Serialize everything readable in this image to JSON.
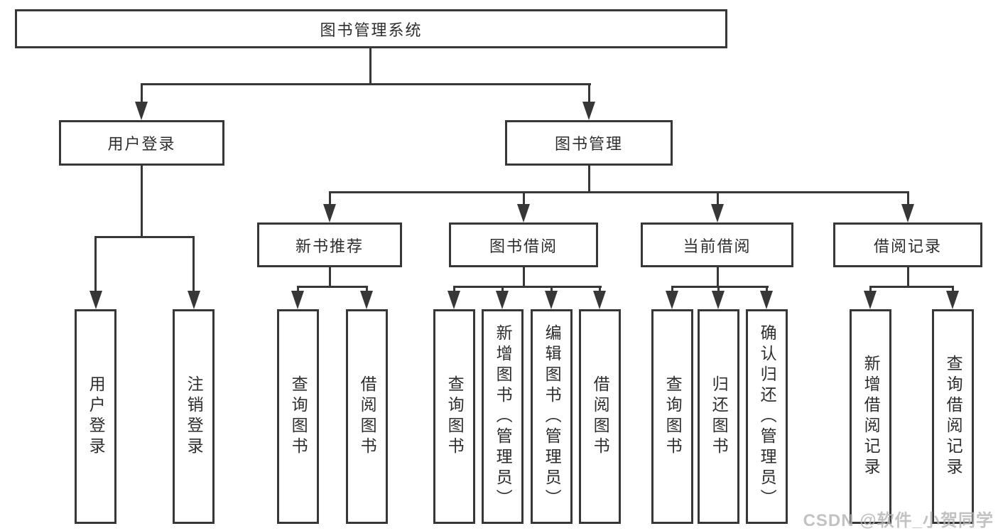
{
  "diagram": {
    "root": {
      "label": "图书管理系统"
    },
    "level2": [
      {
        "label": "用户登录"
      },
      {
        "label": "图书管理"
      }
    ],
    "level3": [
      {
        "label": "新书推荐"
      },
      {
        "label": "图书借阅"
      },
      {
        "label": "当前借阅"
      },
      {
        "label": "借阅记录"
      }
    ],
    "leaves": {
      "user_login": [
        "用户登录",
        "注销登录"
      ],
      "new_books": [
        "查询图书",
        "借阅图书"
      ],
      "book_borrow": [
        "查询图书",
        "新增图书（管理员）",
        "编辑图书（管理员）",
        "借阅图书"
      ],
      "current_borrow": [
        "查询图书",
        "归还图书",
        "确认归还（管理员）"
      ],
      "borrow_records": [
        "新增借阅记录",
        "查询借阅记录"
      ]
    }
  },
  "watermark": "CSDN @软件_小贺同学",
  "colors": {
    "line": "#373737",
    "text": "#2e2e2e",
    "background": "#ffffff",
    "watermark": "#b4b4b4"
  }
}
